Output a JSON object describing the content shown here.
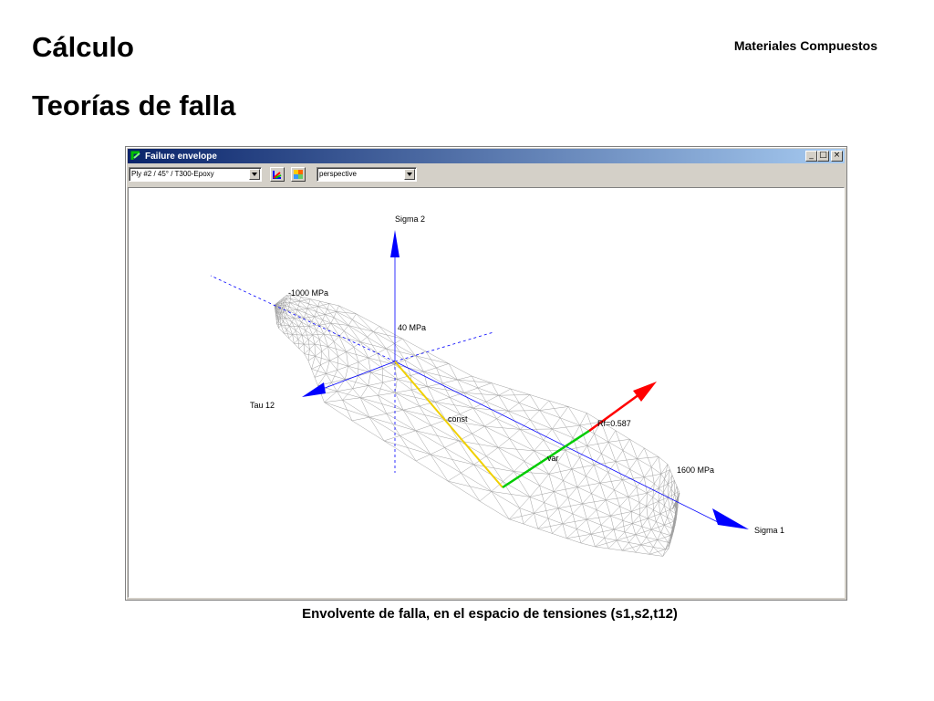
{
  "slide": {
    "title": "Cálculo",
    "subtitle": "Teorías de falla",
    "course": "Materiales Compuestos",
    "caption": "Envolvente de falla, en el espacio de tensiones (s1,s2,t12)"
  },
  "window": {
    "title": "Failure envelope",
    "icon": "app-logo-icon",
    "controls": {
      "minimize": "_",
      "maximize": "□",
      "close": "×"
    }
  },
  "toolbar": {
    "ply_select": "Ply #2 / 45° / T300-Epoxy",
    "view_select": "perspective",
    "buttons": [
      "color-axes-icon",
      "palette-icon"
    ]
  },
  "plot": {
    "axes": {
      "sigma1": "Sigma 1",
      "sigma2": "Sigma 2",
      "tau12": "Tau 12"
    },
    "labels": {
      "neg_limit": "-1000 MPa",
      "pos_limit": "1600 MPa",
      "sigma2_limit": "40 MPa",
      "const": "const",
      "var": "var",
      "rf": "Rf=0.587"
    },
    "colors": {
      "axis": "#0000ff",
      "mesh": "#a0a0a0",
      "const": "#f0d000",
      "var": "#00cc00",
      "rf": "#ff0000"
    }
  }
}
